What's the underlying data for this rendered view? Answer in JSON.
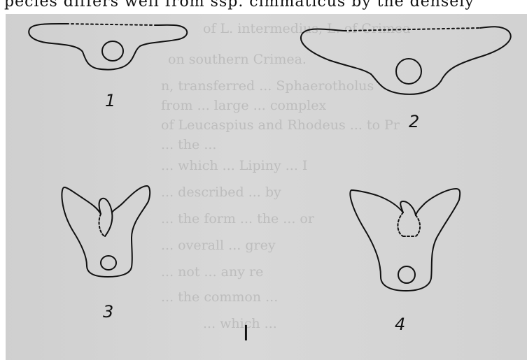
{
  "header_text_fragment": "pecies differs well from ssp. cimmaticus by the densely",
  "bleed_through_lines": [
    "of L. intermedius, L. of Crimea",
    "on southern Crimea.",
    "n, transferred ... Sphaerotholus",
    "from ... large ... complex",
    "of Leucaspius and Rhodeus ... to Pr",
    "... the ...",
    "... which ... Lipiny ... I",
    "... described ... by",
    "... the form ... the ... or",
    "... overall ... grey",
    "... not ... any re",
    "... the common ...",
    "... which ..."
  ],
  "figures": [
    {
      "label": "1",
      "shape": "broad-arms-small"
    },
    {
      "label": "2",
      "shape": "broad-arms-large"
    },
    {
      "label": "3",
      "shape": "v-notch-small"
    },
    {
      "label": "4",
      "shape": "v-notch-large"
    }
  ],
  "plate_label": "I",
  "colors": {
    "paper": "#d4d4d4",
    "ink": "#111111",
    "bleed": "#bdbdbd"
  }
}
